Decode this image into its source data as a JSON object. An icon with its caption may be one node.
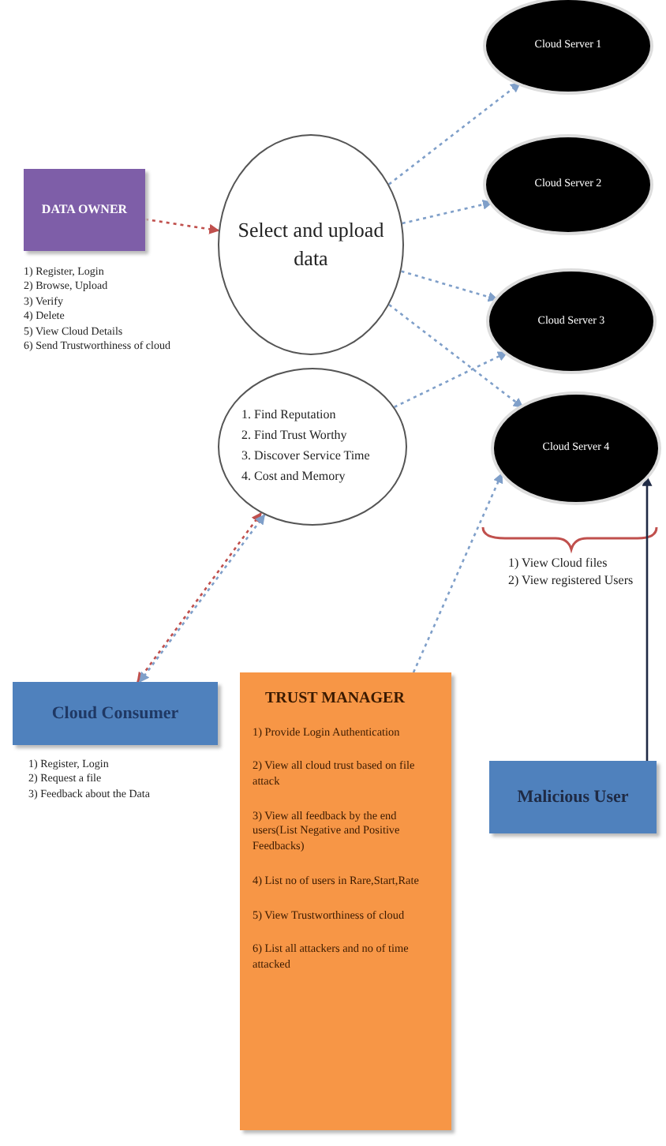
{
  "diagram": {
    "nodes": [
      {
        "text": [
          "DATA OWNER"
        ],
        "beside": [
          "1) Register, Login",
          "2) Browse, Upload",
          "3) Verify",
          "4) Delete",
          "5) View Cloud Details",
          "6) Send Trustworthiness of cloud"
        ]
      },
      {
        "text": [
          "Select and upload data"
        ]
      },
      {
        "text": [
          "Cloud Server 1"
        ]
      },
      {
        "text": [
          "Cloud Server 2"
        ]
      },
      {
        "text": [
          "Cloud Server 3"
        ]
      },
      {
        "text": [
          "Cloud Server 4"
        ]
      },
      {
        "text": [
          "1. Find Reputation",
          "2. Find Trust Worthy",
          "3. Discover Service Time",
          "4. Cost and Memory"
        ]
      },
      {
        "text": [
          "Cloud Consumer"
        ],
        "beside": [
          "1) Register, Login",
          "2) Request a file",
          "3) Feedback about the Data"
        ]
      },
      {
        "text": [
          "TRUST MANAGER",
          "1) Provide Login Authentication",
          "2) View all cloud trust based on file attack",
          "3) View all feedback by the end users(List Negative and Positive Feedbacks)",
          "4) List no of users in Rare,Start,Rate",
          "5) View Trustworthiness of cloud",
          "6) List all attackers and no of time attacked"
        ]
      },
      {
        "text": [
          "Malicious User"
        ]
      }
    ],
    "edges": [
      {
        "from": 0,
        "to": 1,
        "arrow": "to",
        "style": "dashed",
        "color": "#c0504d"
      },
      {
        "from": 1,
        "to": 2,
        "arrow": "to",
        "style": "dashed"
      },
      {
        "from": 1,
        "to": 3,
        "arrow": "to",
        "style": "dashed"
      },
      {
        "from": 1,
        "to": 4,
        "arrow": "to",
        "style": "dashed"
      },
      {
        "from": 1,
        "to": 5,
        "arrow": "to",
        "style": "dashed"
      },
      {
        "from": 6,
        "to": 4,
        "arrow": "to",
        "style": "dashed"
      },
      {
        "from": 7,
        "to": 6,
        "arrow": "both",
        "style": "dashed",
        "color": "#c0504d"
      },
      {
        "from": 7,
        "to": 6,
        "arrow": "both",
        "style": "dashed"
      },
      {
        "from": 8,
        "to": 5,
        "arrow": "to",
        "style": "dashed"
      },
      {
        "from": 9,
        "to": 5,
        "arrow": "to",
        "color": "#1f2a44"
      }
    ],
    "labels": [
      "1) View Cloud files",
      "2) View registered Users"
    ]
  }
}
